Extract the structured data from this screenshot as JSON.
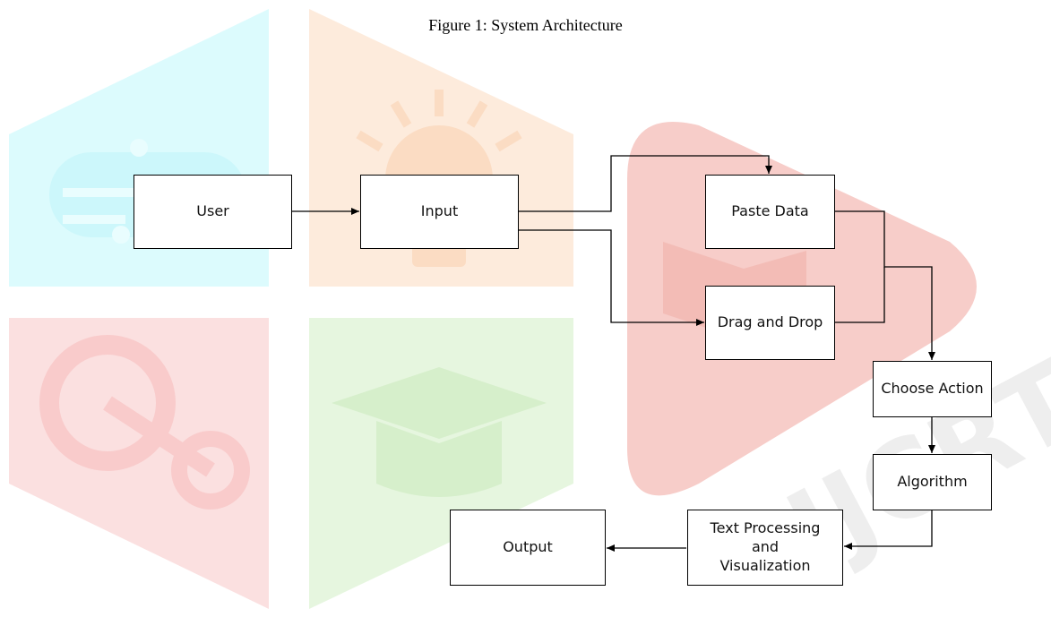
{
  "caption": "Figure 1: System Architecture",
  "nodes": {
    "user": "User",
    "input": "Input",
    "paste": "Paste Data",
    "drag": "Drag and Drop",
    "choose": "Choose Action",
    "algorithm": "Algorithm",
    "textproc": "Text Processing\nand\nVisualization",
    "output": "Output"
  },
  "edges": [
    {
      "from": "user",
      "to": "input"
    },
    {
      "from": "input",
      "to": "paste"
    },
    {
      "from": "input",
      "to": "drag"
    },
    {
      "from": "paste",
      "to": "choose"
    },
    {
      "from": "drag",
      "to": "choose"
    },
    {
      "from": "choose",
      "to": "algorithm"
    },
    {
      "from": "algorithm",
      "to": "textproc"
    },
    {
      "from": "textproc",
      "to": "output"
    }
  ],
  "watermark": {
    "text": "IJCRT",
    "colors": {
      "cyan": "#dcfbfd",
      "orange": "#fdebdc",
      "red": "#fbe0e0",
      "green": "#e6f6df",
      "play": "#f7cdc9"
    },
    "icons": [
      "cloud-circuit-icon",
      "lightbulb-icon",
      "gears-icon",
      "graduation-cap-icon",
      "book-play-icon"
    ]
  }
}
